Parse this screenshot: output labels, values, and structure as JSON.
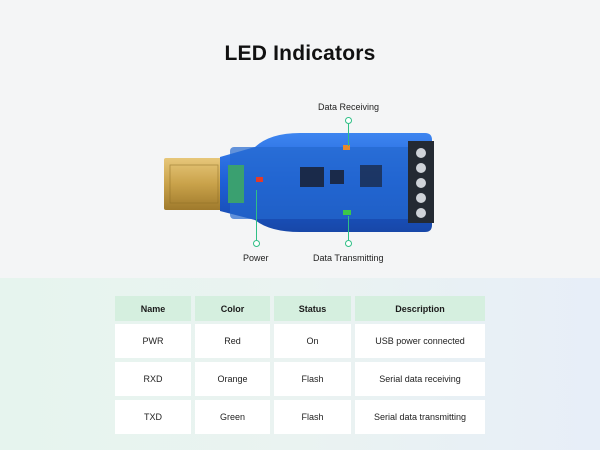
{
  "title": "LED Indicators",
  "callouts": {
    "rx": "Data Receiving",
    "power": "Power",
    "tx": "Data Transmitting"
  },
  "colors": {
    "accent": "#2fbf86",
    "header_bg": "#d5efdf",
    "board_blue": "#1f63d8",
    "led_red": "#e23b2a",
    "led_orange": "#e6892b",
    "led_green": "#3cc84a"
  },
  "table": {
    "headers": [
      "Name",
      "Color",
      "Status",
      "Description"
    ],
    "rows": [
      [
        "PWR",
        "Red",
        "On",
        "USB power connected"
      ],
      [
        "RXD",
        "Orange",
        "Flash",
        "Serial data receiving"
      ],
      [
        "TXD",
        "Green",
        "Flash",
        "Serial data transmitting"
      ]
    ]
  }
}
